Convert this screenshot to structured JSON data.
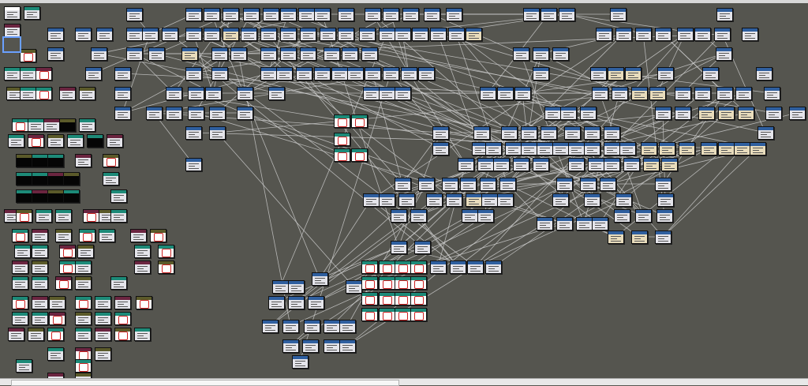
{
  "colors": {
    "canvas_background": "#55554f",
    "node_header_blue": "#2f5f9f",
    "node_header_green": "#1d8a78",
    "node_header_maroon": "#6b2540",
    "node_header_olive": "#5b5a2a",
    "node_body": "#e4e4ea",
    "node_body_tan": "#e8dcbc",
    "edge": "#d0d0d0",
    "selected_outline": "#6aa0ff"
  },
  "scrollbar": {
    "orientation": "horizontal",
    "position_fraction": 0.0,
    "visible_fraction": 0.48
  }
}
